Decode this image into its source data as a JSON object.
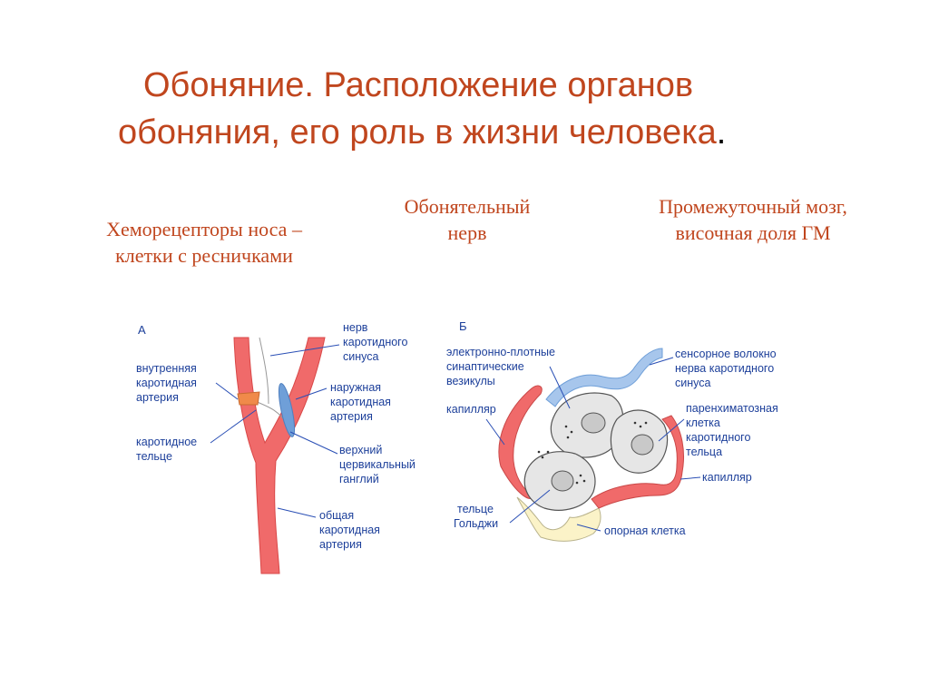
{
  "title": {
    "line1": "Обоняние. Расположение органов",
    "line2": "обоняния, его роль в жизни человека",
    "dot": "."
  },
  "captions": {
    "chemoreceptors": [
      "Хеморецепторы носа –",
      "клетки с ресничками"
    ],
    "nerve": [
      "Обонятельный",
      "нерв"
    ],
    "brain": [
      "Промежуточный мозг,",
      "височная доля ГМ"
    ]
  },
  "diagram_a": {
    "panel": "А",
    "labels": {
      "sinus_nerve": [
        "нерв",
        "каротидного",
        "синуса"
      ],
      "internal_artery": [
        "внутренняя",
        "каротидная",
        "артерия"
      ],
      "external_artery": [
        "наружная",
        "каротидная",
        "артерия"
      ],
      "body": [
        "каротидное",
        "тельце"
      ],
      "ganglion": [
        "верхний",
        "цервикальный",
        "ганглий"
      ],
      "common_artery": [
        "общая",
        "каротидная",
        "артерия"
      ]
    }
  },
  "diagram_b": {
    "panel": "Б",
    "labels": {
      "vesicles": [
        "электронно-плотные",
        "синаптические",
        "везикулы"
      ],
      "capillary_left": [
        "капилляр"
      ],
      "sensory_fiber": [
        "сенсорное волокно",
        "нерва каротидного",
        "синуса"
      ],
      "parenchymal_cell": [
        "паренхиматозная",
        "клетка",
        "каротидного",
        "тельца"
      ],
      "capillary_right": [
        "капилляр"
      ],
      "golgi": [
        "тельце",
        "Гольджи"
      ],
      "support_cell": [
        "опорная клетка"
      ]
    }
  },
  "colors": {
    "title": "#c0461e",
    "label": "#1c3f9a",
    "artery": "#f06a6a",
    "nerve": "#6f9fd8",
    "cell": "#e6e6e6",
    "support": "#fbf3c8",
    "body": "#f08a4a"
  }
}
